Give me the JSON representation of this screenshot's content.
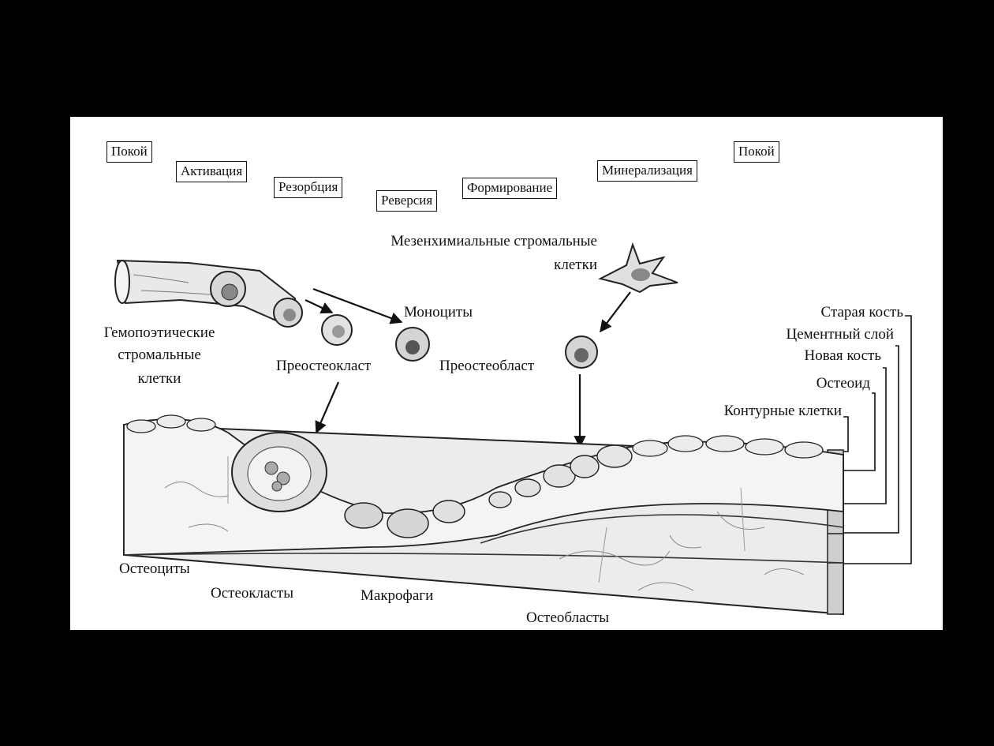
{
  "phases": {
    "rest1": "Покой",
    "activation": "Активация",
    "resorption": "Резорбция",
    "reversal": "Реверсия",
    "formation": "Формирование",
    "mineralization": "Минерализация",
    "rest2": "Покой"
  },
  "labels": {
    "mesenchymal_line1": "Мезенхимиальные стромальные",
    "mesenchymal_line2": "клетки",
    "monocytes": "Моноциты",
    "hematopoietic_line1": "Гемопоэтические",
    "hematopoietic_line2": "стромальные",
    "hematopoietic_line3": "клетки",
    "preosteoclast": "Преостеокласт",
    "preosteoblast": "Преостеобласт",
    "old_bone": "Старая кость",
    "cement_layer": "Цементный слой",
    "new_bone": "Новая кость",
    "osteoid": "Остеоид",
    "lining_cells": "Контурные клетки",
    "osteocytes": "Остеоциты",
    "osteoclasts": "Остеокласты",
    "macrophages": "Макрофаги",
    "osteoblasts": "Остеобласты"
  }
}
